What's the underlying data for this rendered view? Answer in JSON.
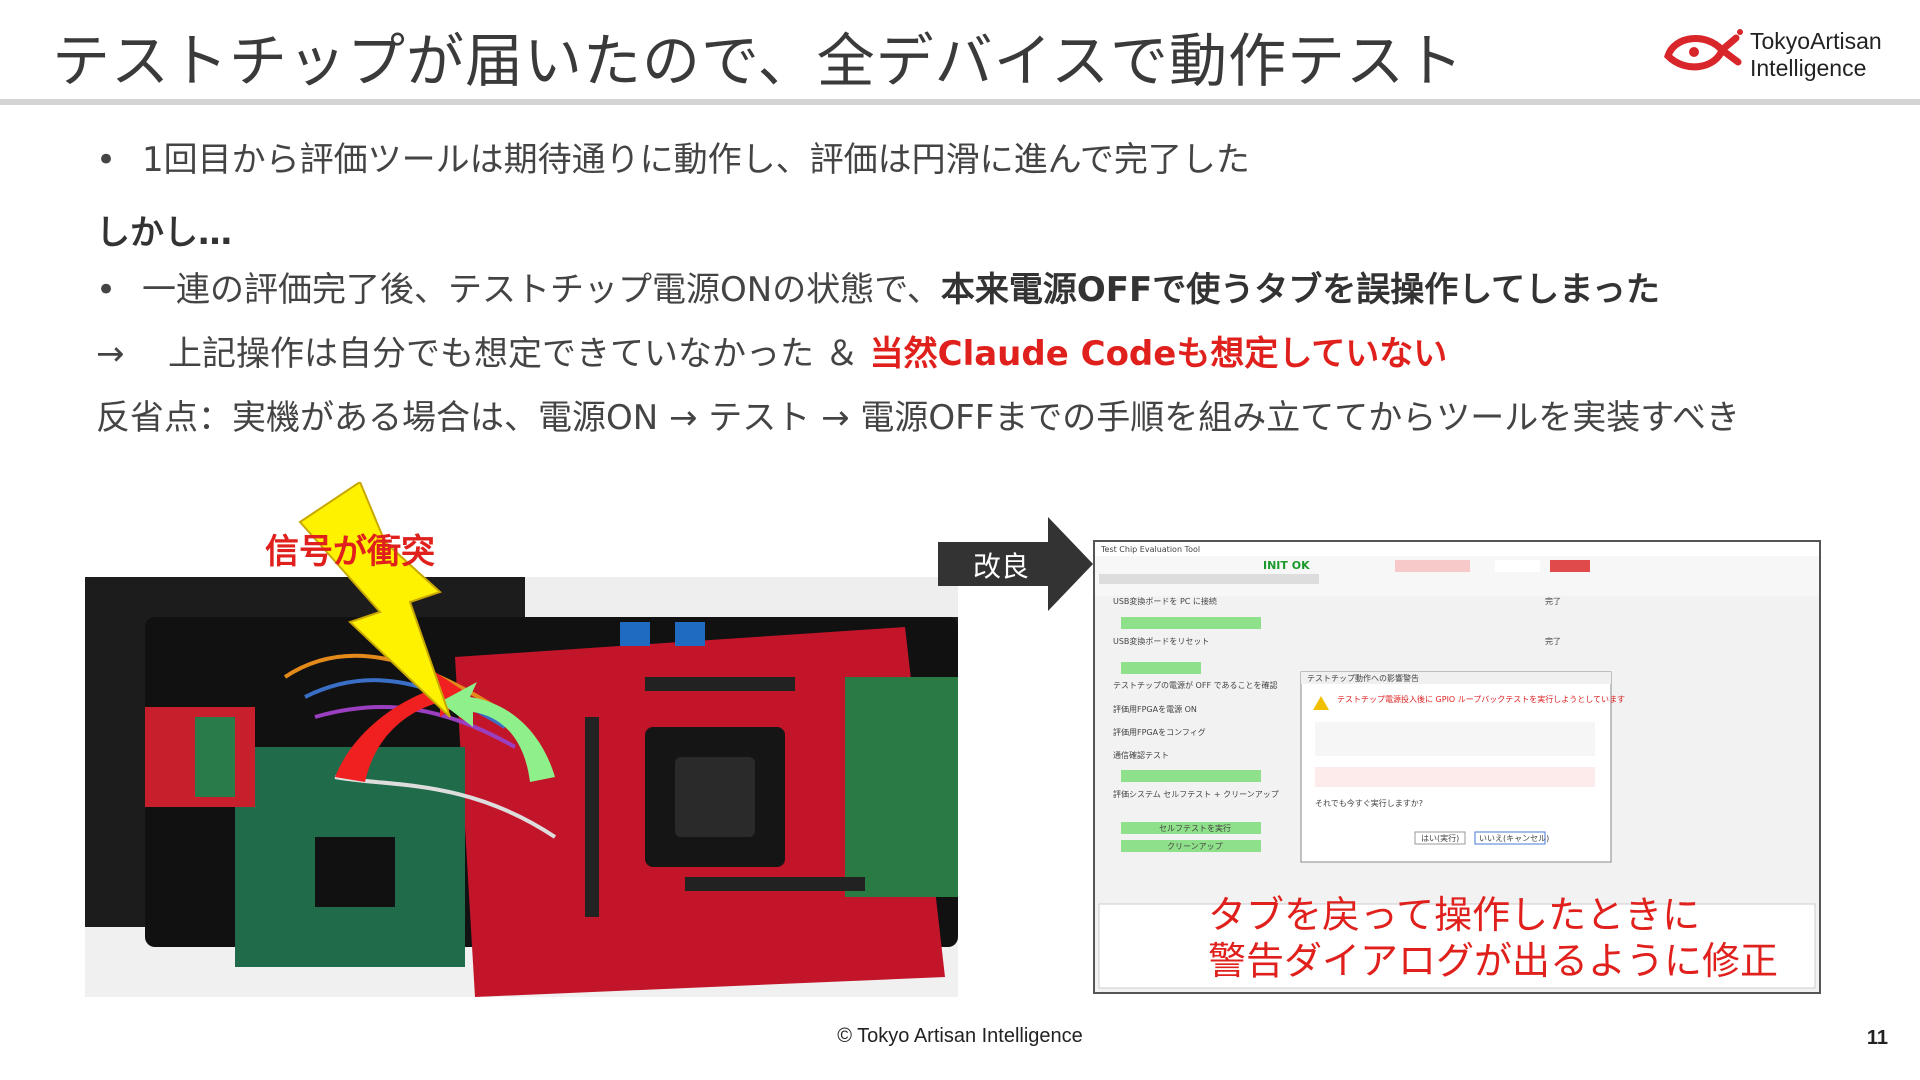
{
  "header": {
    "title": "テストチップが届いたので、全デバイスで動作テスト",
    "logo_line1": "TokyoArtisan",
    "logo_line2": "Intelligence"
  },
  "content": {
    "bullet_symbol": "•",
    "line1": "1回目から評価ツールは期待通りに動作し、評価は円滑に進んで完了した",
    "however": "しかし…",
    "line2_normal": "一連の評価完了後、テストチップ電源ONの状態で、",
    "line2_bold": "本来電源OFFで使うタブを誤操作してしまった",
    "line3_arrow": "→",
    "line3_normal": "上記操作は自分でも想定できていなかった ＆ ",
    "line3_red": "当然Claude Codeも想定していない",
    "line4": "反省点：実機がある場合は、電源ON → テスト → 電源OFFまでの手順を組み立ててからツールを実装すべき"
  },
  "figure": {
    "signal_label": "信号が衝突",
    "improve_label": "改良",
    "overlay_line1": "タブを戻って操作したときに",
    "overlay_line2": "警告ダイアログが出るように修正",
    "tool": {
      "init_status": "INIT OK",
      "dialog_title": "テストチップ動作への影響警告",
      "warning": "テストチップ電源投入後に GPIO ループバックテストを実行しようとしています",
      "confirm": "それでも今すぐ実行しますか?",
      "btn_yes": "はい(実行)",
      "btn_no": "いいえ(キャンセル)",
      "step1": "USB変換ボードを PC に接続",
      "step2": "USB変換ボードをリセット",
      "step3": "テストチップの電源が OFF であることを確認",
      "step4": "評価用FPGAを電源 ON",
      "step5": "評価用FPGAをコンフィグ",
      "step6": "通信確認テスト",
      "step7": "評価システム セルフテスト + クリーンアップ",
      "btn_selftest": "セルフテストを実行",
      "btn_cleanup": "クリーンアップ",
      "done": "完了"
    }
  },
  "footer": {
    "copyright": "© Tokyo Artisan Intelligence",
    "page": "11"
  },
  "colors": {
    "accent_red": "#e0201c",
    "green_button": "#8fe08a"
  }
}
